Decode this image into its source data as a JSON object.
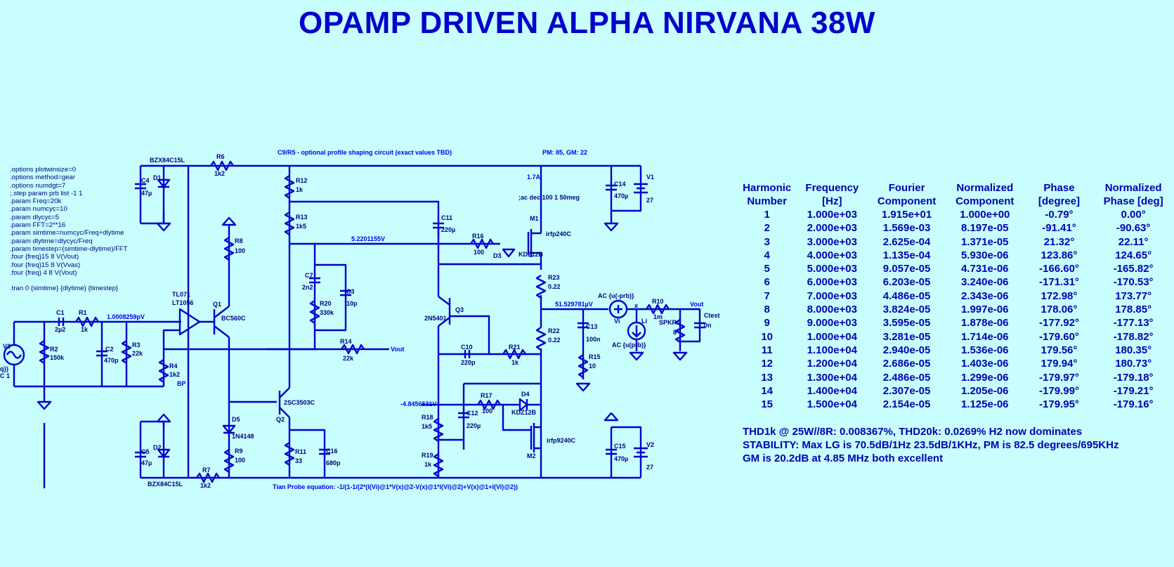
{
  "title": "OPAMP DRIVEN ALPHA NIRVANA 38W",
  "directives": [
    ".options plotwinsize=0",
    ".options method=gear",
    ".options numdgt=7",
    ";.step param prb list -1 1",
    ".param Freq=20k",
    ".param numcyc=10",
    ".param dlycyc=5",
    ".param FFT=2**16",
    ".param simtime=numcyc/Freq+dlytime",
    ".param dlytime=dlycyc/Freq",
    ".param timestep=(simtime-dlytime)/FFT",
    ".four {freq}15 8 V(Vout)",
    ".four {freq}15 8 V(Vvas)",
    ".four {freq} 4 8 V(Vout)",
    "",
    ".tran 0 {simtime} {dlytime} {timestep}"
  ],
  "schematic_labels": {
    "note_top": "C9/R5 - optional profile shaping circuit (exact values  TBD)",
    "pm_gm": "PM: 85, GM: 22",
    "current": "1.7A",
    "ac_dec": ";ac dec 100 1 50meg",
    "probe_eq": "Tian Probe equation:   -1/(1-1/(2*(I(Vi)@1*V(x)@2-V(x)@1*I(Vi)@2)+V(x)@1+I(Vi)@2))",
    "v_in": "1.0008259pV",
    "v_node1": "5.2201155V",
    "v_out_dc": "51.529781µV",
    "v_node2": "-4.8456531V",
    "bp": "BP",
    "vout": "Vout",
    "vout2": "Vout",
    "v3": "V3",
    "src_frag1": "q})",
    "src_frag2": "C 1",
    "d1": "D1",
    "d1v": "BZX84C15L",
    "d2": "D2",
    "d2v": "BZX84C15L",
    "c4": "C4",
    "c4v": "47µ",
    "c5": "C5",
    "c5v": "47µ",
    "r6": "R6",
    "r6v": "1k2",
    "r7": "R7",
    "r7v": "1k2",
    "c1": "C1",
    "c1v": "2µ2",
    "r1": "R1",
    "r1v": "1k",
    "r2": "R2",
    "r2v": "150k",
    "c2": "C2",
    "c2v": "470p",
    "r3": "R3",
    "r3v": "22k",
    "r4": "R4",
    "r4v": "1k2",
    "u1": "TL071",
    "u1b": "LT1056",
    "q1": "Q1",
    "q1v": "BC560C",
    "r8": "R8",
    "r8v": "100",
    "d5": "D5",
    "d5v": "1N4148",
    "r9": "R9",
    "r9v": "100",
    "q2": "Q2",
    "q2v": "2SC3503C",
    "r11": "R11",
    "r11v": "33",
    "c16": "C16",
    "c16v": "680p",
    "r12": "R12",
    "r12v": "1k",
    "r13": "R13",
    "r13v": "1k5",
    "c7": "C7",
    "c7v": "2n2",
    "r20": "R20",
    "r20v": "330k",
    "c3": "C3",
    "c3v": "10p",
    "r14": "R14",
    "r14v": "22k",
    "c11": "C11",
    "c11v": "220µ",
    "r16": "R16",
    "r16v": "100",
    "d3": "D3",
    "d3v": "KDZ12B",
    "m1": "M1",
    "m1v": "irfp240C",
    "q3": "Q3",
    "q3v": "2N5401",
    "c10": "C10",
    "c10v": "220p",
    "r21": "R21",
    "r21v": "1k",
    "r18": "R18",
    "r18v": "1k5",
    "c12": "C12",
    "c12v": "220µ",
    "r17": "R17",
    "r17v": "100",
    "d4": "D4",
    "d4v": "KDZ12B",
    "r19": "R19",
    "r19v": "1k",
    "m2": "M2",
    "m2v": "irfp9240C",
    "r23": "R23",
    "r23v": "0.22",
    "r22": "R22",
    "r22v": "0.22",
    "c13": "C13",
    "c13v": "100n",
    "r15": "R15",
    "r15v": "10",
    "c14": "C14",
    "c14v": "470µ",
    "v1": "V1",
    "v1v": "27",
    "c15": "C15",
    "c15v": "470µ",
    "v2": "V2",
    "v2v": "27",
    "vi": "Vi",
    "vi_ac": "AC {u(-prb)}",
    "li": "Li",
    "li_ac": "AC {u(prb)}",
    "x": "x",
    "r10": "R10",
    "r10v": "1m",
    "spkr": "SPKR",
    "spkrv": "8",
    "ctest": "Ctest",
    "ctestv": "0n"
  },
  "fourier": {
    "headers": [
      [
        "Harmonic",
        "Number"
      ],
      [
        "Frequency",
        "[Hz]"
      ],
      [
        "Fourier",
        "Component"
      ],
      [
        "Normalized",
        "Component"
      ],
      [
        "Phase",
        "[degree]"
      ],
      [
        "Normalized",
        "Phase [deg]"
      ]
    ],
    "rows": [
      [
        "1",
        "1.000e+03",
        "1.915e+01",
        "1.000e+00",
        "-0.79°",
        "0.00°"
      ],
      [
        "2",
        "2.000e+03",
        "1.569e-03",
        "8.197e-05",
        "-91.41°",
        "-90.63°"
      ],
      [
        "3",
        "3.000e+03",
        "2.625e-04",
        "1.371e-05",
        "21.32°",
        "22.11°"
      ],
      [
        "4",
        "4.000e+03",
        "1.135e-04",
        "5.930e-06",
        "123.86°",
        "124.65°"
      ],
      [
        "5",
        "5.000e+03",
        "9.057e-05",
        "4.731e-06",
        "-166.60°",
        "-165.82°"
      ],
      [
        "6",
        "6.000e+03",
        "6.203e-05",
        "3.240e-06",
        "-171.31°",
        "-170.53°"
      ],
      [
        "7",
        "7.000e+03",
        "4.486e-05",
        "2.343e-06",
        "172.98°",
        "173.77°"
      ],
      [
        "8",
        "8.000e+03",
        "3.824e-05",
        "1.997e-06",
        "178.06°",
        "178.85°"
      ],
      [
        "9",
        "9.000e+03",
        "3.595e-05",
        "1.878e-06",
        "-177.92°",
        "-177.13°"
      ],
      [
        "10",
        "1.000e+04",
        "3.281e-05",
        "1.714e-06",
        "-179.60°",
        "-178.82°"
      ],
      [
        "11",
        "1.100e+04",
        "2.940e-05",
        "1.536e-06",
        "179.56°",
        "180.35°"
      ],
      [
        "12",
        "1.200e+04",
        "2.686e-05",
        "1.403e-06",
        "179.94°",
        "180.73°"
      ],
      [
        "13",
        "1.300e+04",
        "2.486e-05",
        "1.299e-06",
        "-179.97°",
        "-179.18°"
      ],
      [
        "14",
        "1.400e+04",
        "2.307e-05",
        "1.205e-06",
        "-179.99°",
        "-179.21°"
      ],
      [
        "15",
        "1.500e+04",
        "2.154e-05",
        "1.125e-06",
        "-179.95°",
        "-179.16°"
      ]
    ]
  },
  "notes": [
    "THD1k @ 25W//8R:  0.008367%, THD20k: 0.0269% H2 now dominates",
    "STABILITY:  Max LG is 70.5dB/1Hz 23.5dB/1KHz, PM is 82.5 degrees/695KHz",
    "GM is 20.2dB at 4.85 MHz both excellent"
  ]
}
